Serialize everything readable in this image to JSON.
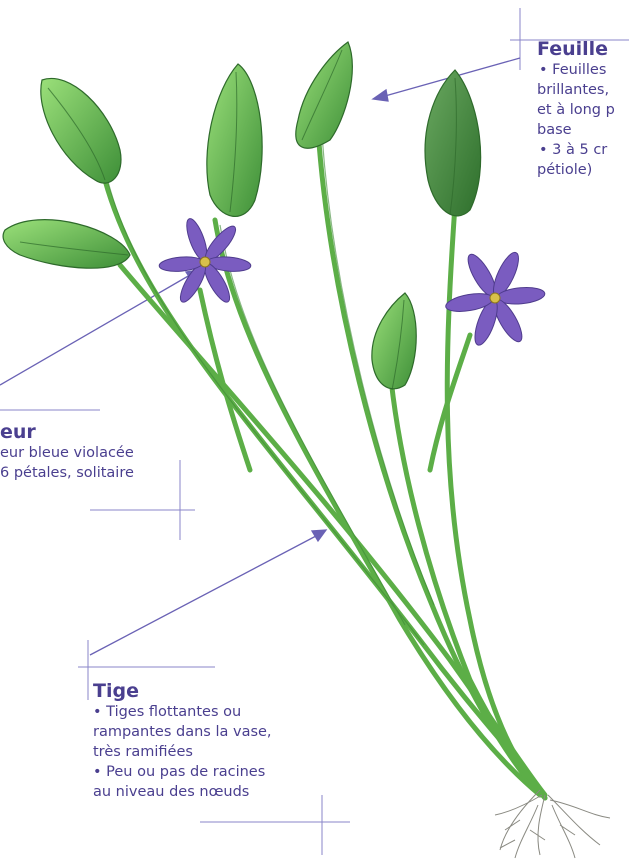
{
  "annotations": {
    "leaf": {
      "title": "Feuille",
      "lines": [
        "• Feuilles",
        "brillantes,",
        "et à long p",
        "base",
        "• 3 à 5 cr",
        "pétiole)"
      ]
    },
    "flower": {
      "title": "eur",
      "lines": [
        "eur bleue violacée",
        "6 pétales, solitaire"
      ]
    },
    "stem": {
      "title": "Tige",
      "lines": [
        "• Tiges flottantes ou",
        "rampantes dans la vase,",
        "très ramifiées",
        "• Peu ou pas de racines",
        "au niveau des nœuds"
      ]
    }
  },
  "colors": {
    "label": "#4a3f8f",
    "pointer": "#6a62b5",
    "leaf_light": "#8fd46a",
    "leaf_dark": "#3f8f3a",
    "petal": "#7a5cc0"
  }
}
